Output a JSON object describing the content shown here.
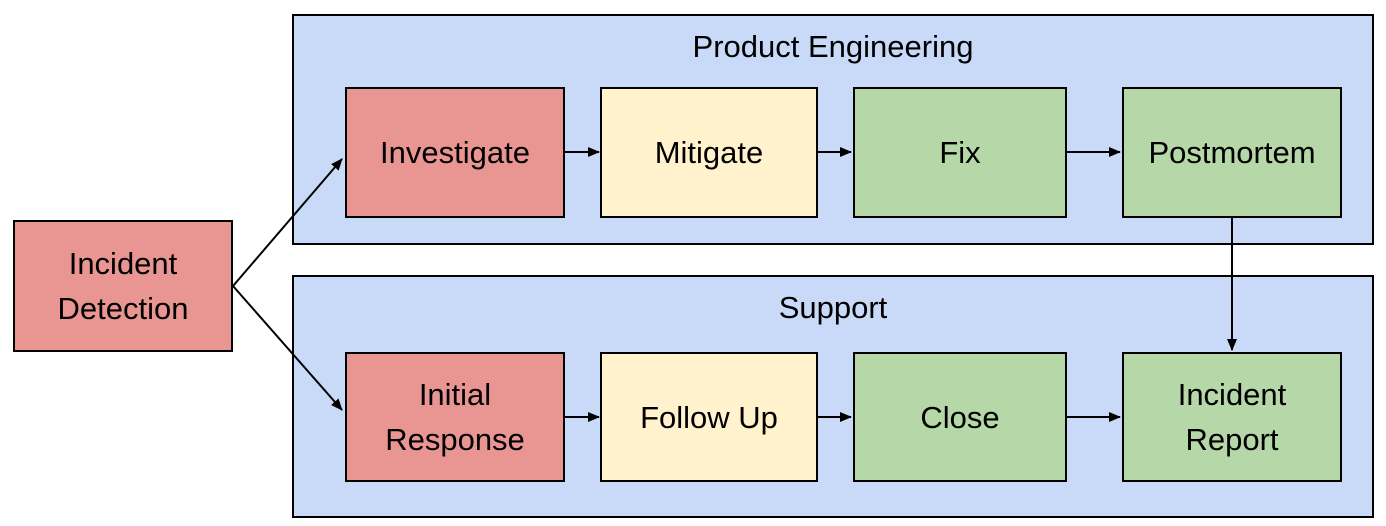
{
  "diagram": {
    "type": "flowchart",
    "colors": {
      "background": "#ffffff",
      "lane_fill": "#c9daf8",
      "red_fill": "#e99693",
      "yellow_fill": "#fff2cc",
      "green_fill": "#b6d7a8",
      "border": "#000000",
      "text": "#000000",
      "arrow": "#000000"
    },
    "start_node": {
      "id": "incident-detection",
      "label": "Incident Detection",
      "color": "red"
    },
    "lanes": [
      {
        "id": "product-engineering",
        "title": "Product Engineering",
        "nodes": [
          {
            "id": "investigate",
            "label": "Investigate",
            "color": "red"
          },
          {
            "id": "mitigate",
            "label": "Mitigate",
            "color": "yellow"
          },
          {
            "id": "fix",
            "label": "Fix",
            "color": "green"
          },
          {
            "id": "postmortem",
            "label": "Postmortem",
            "color": "green"
          }
        ]
      },
      {
        "id": "support",
        "title": "Support",
        "nodes": [
          {
            "id": "initial-response",
            "label": "Initial Response",
            "color": "red"
          },
          {
            "id": "follow-up",
            "label": "Follow Up",
            "color": "yellow"
          },
          {
            "id": "close",
            "label": "Close",
            "color": "green"
          },
          {
            "id": "incident-report",
            "label": "Incident Report",
            "color": "green"
          }
        ]
      }
    ],
    "edges": [
      {
        "from": "incident-detection",
        "to": "investigate"
      },
      {
        "from": "incident-detection",
        "to": "initial-response"
      },
      {
        "from": "investigate",
        "to": "mitigate"
      },
      {
        "from": "mitigate",
        "to": "fix"
      },
      {
        "from": "fix",
        "to": "postmortem"
      },
      {
        "from": "postmortem",
        "to": "incident-report"
      },
      {
        "from": "initial-response",
        "to": "follow-up"
      },
      {
        "from": "follow-up",
        "to": "close"
      },
      {
        "from": "close",
        "to": "incident-report"
      }
    ]
  }
}
